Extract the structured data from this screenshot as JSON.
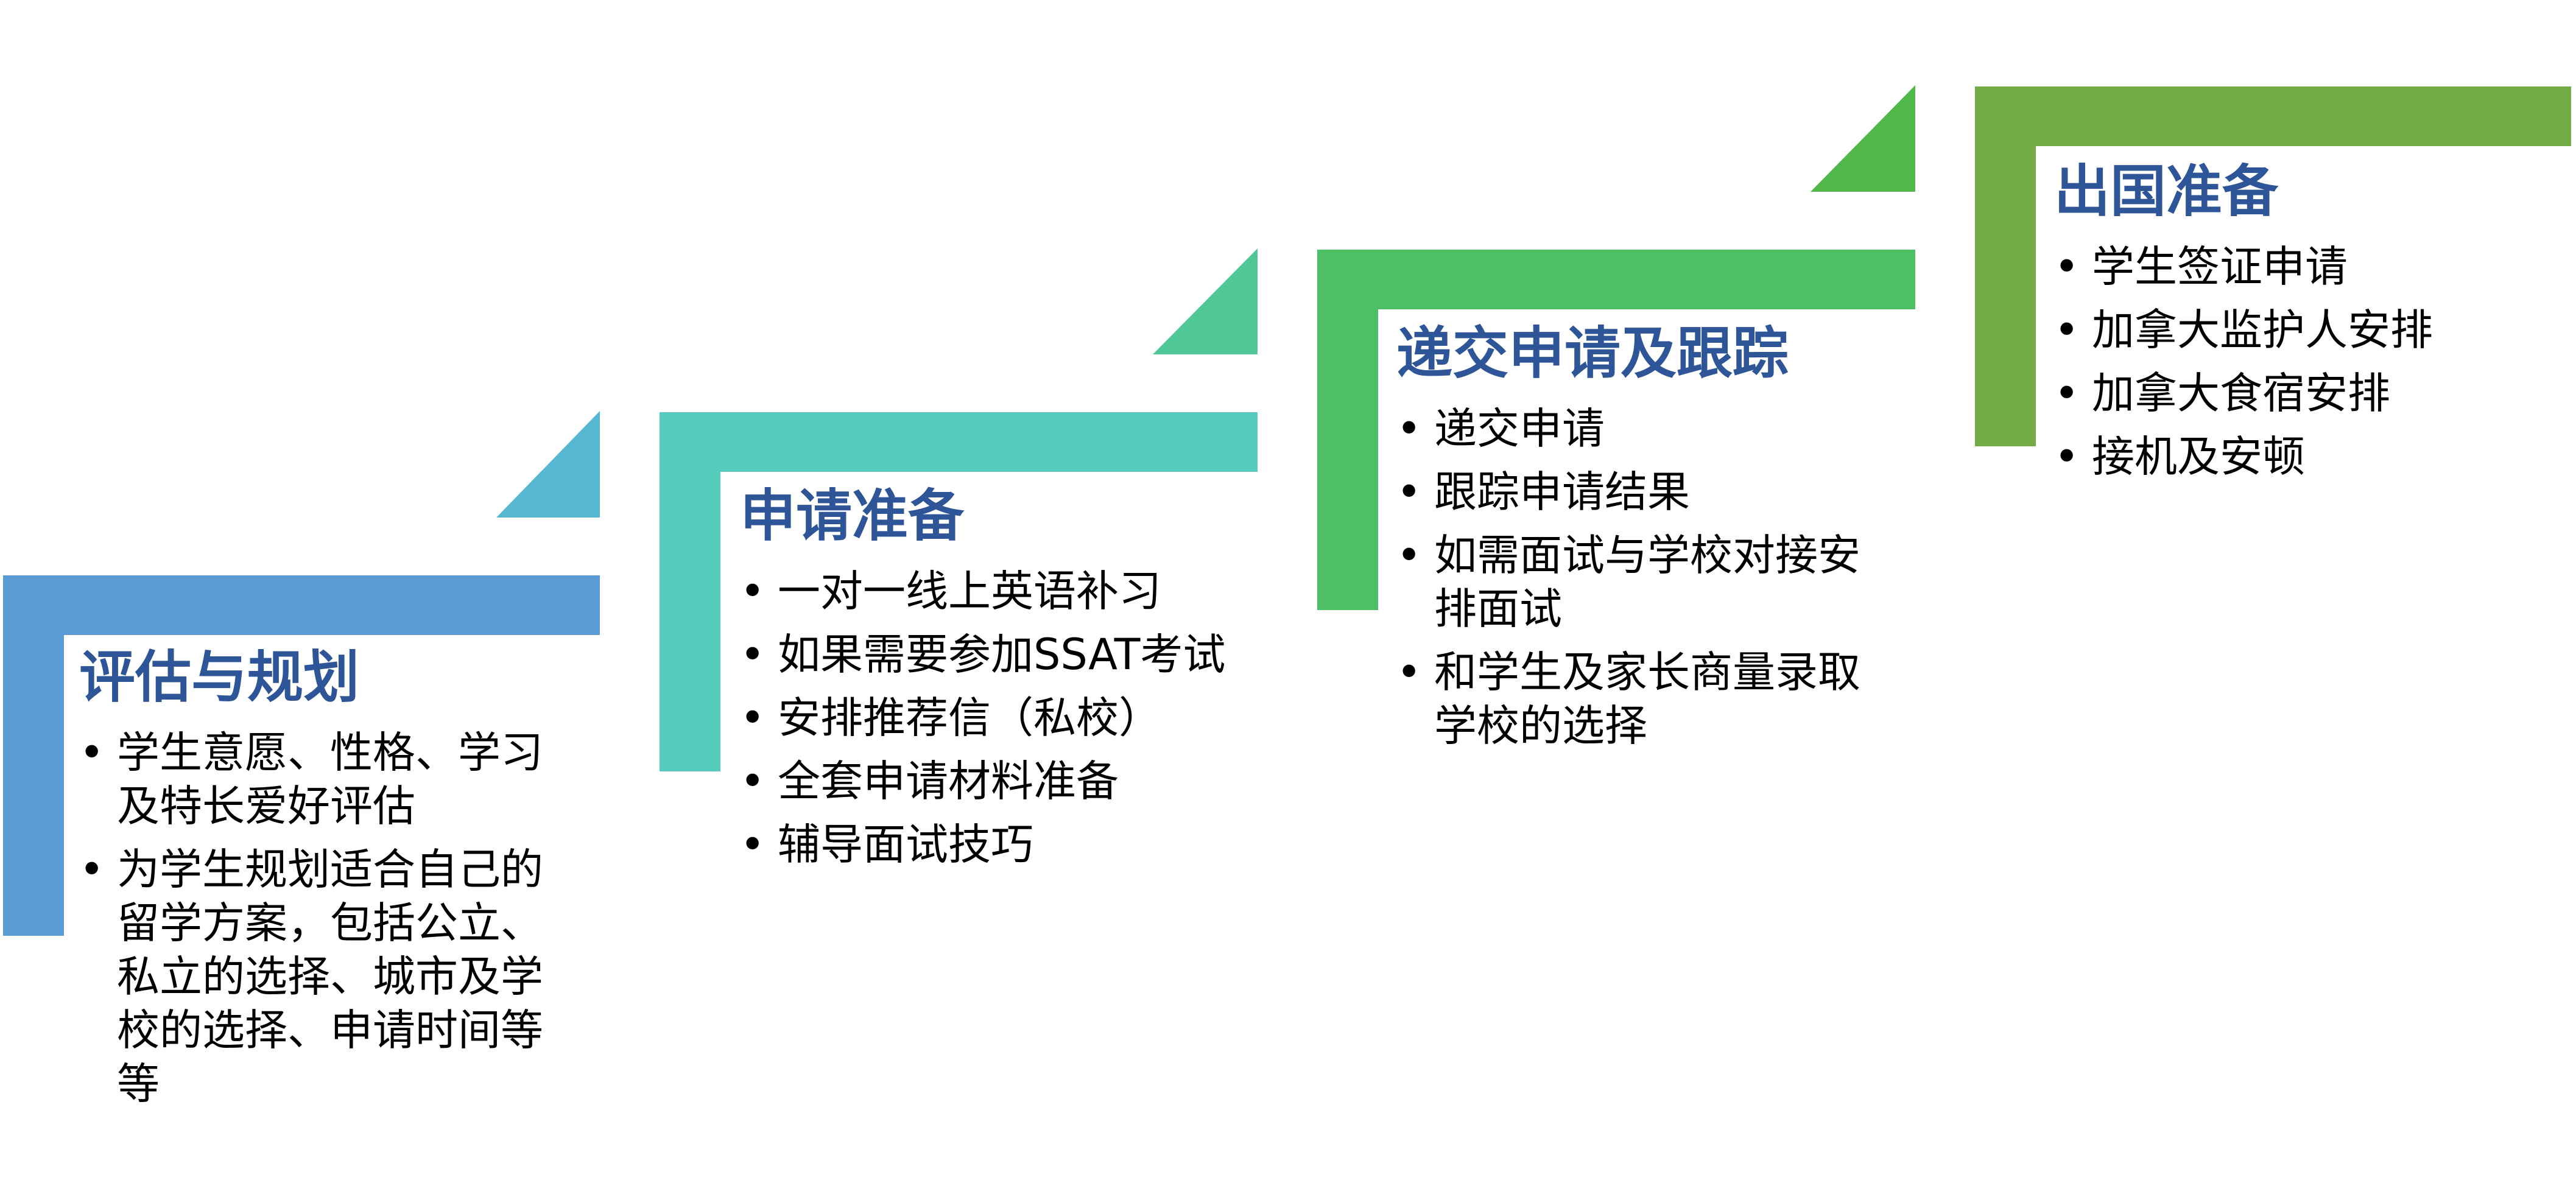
{
  "colors": {
    "title": "#2e5597",
    "stage_1": "#5b9bd5",
    "stage_1_triangle": "#56b7d2",
    "stage_2": "#55cbbb",
    "stage_2_triangle": "#50c796",
    "stage_3": "#4cc063",
    "stage_3_triangle": "#50b848",
    "stage_4": "#73ac47"
  },
  "stages": [
    {
      "title": "评估与规划",
      "items": [
        "学生意愿、性格、学习及特长爱好评估",
        "为学生规划适合自己的留学方案，包括公立、私立的选择、城市及学校的选择、申请时间等等"
      ]
    },
    {
      "title": "申请准备",
      "items": [
        "一对一线上英语补习",
        "如果需要参加SSAT考试",
        "安排推荐信（私校）",
        "全套申请材料准备",
        "辅导面试技巧"
      ]
    },
    {
      "title": "递交申请及跟踪",
      "items": [
        "递交申请",
        "跟踪申请结果",
        "如需面试与学校对接安排面试",
        "和学生及家长商量录取学校的选择"
      ]
    },
    {
      "title": "出国准备",
      "items": [
        "学生签证申请",
        "加拿大监护人安排",
        "加拿大食宿安排",
        "接机及安顿"
      ]
    }
  ]
}
